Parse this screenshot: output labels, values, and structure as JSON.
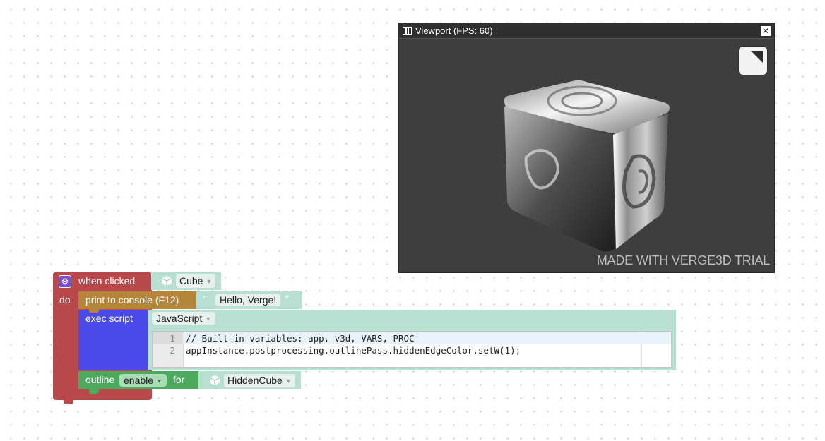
{
  "viewport": {
    "title": "Viewport (FPS: 60)",
    "close_label": "✕",
    "watermark": "MADE WITH VERGE3D TRIAL"
  },
  "blocks": {
    "event": {
      "label": "when clicked",
      "do_label": "do",
      "object": "Cube"
    },
    "print": {
      "label": "print to console (F12)",
      "open_quote": "“",
      "close_quote": "”",
      "text": "Hello, Verge!"
    },
    "exec": {
      "label": "exec script",
      "language": "JavaScript",
      "lines": [
        {
          "num": "1",
          "code": "// Built-in variables: app, v3d, VARS, PROC"
        },
        {
          "num": "2",
          "code": "appInstance.postprocessing.outlinePass.hiddenEdgeColor.setW(1);"
        }
      ]
    },
    "outline": {
      "label": "outline",
      "mode": "enable",
      "for_label": "for",
      "object": "HiddenCube"
    }
  },
  "colors": {
    "event": "#b9484b",
    "object": "#b7e0d2",
    "print": "#b5863a",
    "exec": "#4a4ae8",
    "outline": "#4caa5f"
  }
}
